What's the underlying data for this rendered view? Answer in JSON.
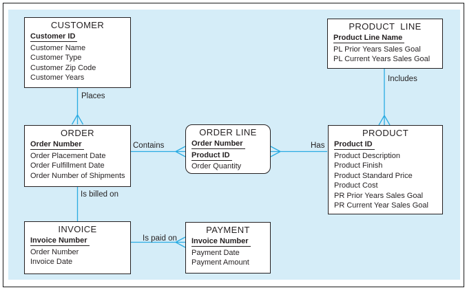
{
  "figure": {
    "type": "entity-relationship-diagram",
    "colors": {
      "panel_background": "#d5edf8",
      "connector": "#29abe2",
      "entity_background": "#ffffff",
      "entity_border": "#231f20",
      "text": "#231f20"
    }
  },
  "entities": {
    "customer": {
      "title": "CUSTOMER",
      "attrs": [
        {
          "text": "Customer ID",
          "pk": true
        },
        {
          "text": "Customer Name"
        },
        {
          "text": "Customer Type"
        },
        {
          "text": "Customer Zip Code"
        },
        {
          "text": "Customer Years"
        }
      ]
    },
    "product_line": {
      "title": "PRODUCT  LINE",
      "attrs": [
        {
          "text": "Product Line Name",
          "pk": true
        },
        {
          "text": "PL Prior Years Sales Goal"
        },
        {
          "text": "PL Current Years Sales Goal"
        }
      ]
    },
    "order": {
      "title": "ORDER",
      "attrs": [
        {
          "text": "Order Number",
          "pk": true
        },
        {
          "text": "Order Placement Date"
        },
        {
          "text": "Order Fulfillment Date"
        },
        {
          "text": "Order Number of Shipments"
        }
      ]
    },
    "order_line": {
      "title": "ORDER LINE",
      "attrs": [
        {
          "text": "Order Number",
          "pk": true
        },
        {
          "text": "Product ID",
          "pk": true
        },
        {
          "text": "Order Quantity"
        }
      ]
    },
    "product": {
      "title": "PRODUCT",
      "attrs": [
        {
          "text": "Product ID",
          "pk": true
        },
        {
          "text": "Product Description"
        },
        {
          "text": "Product Finish"
        },
        {
          "text": "Product Standard Price"
        },
        {
          "text": "Product Cost"
        },
        {
          "text": "PR Prior Years Sales Goal"
        },
        {
          "text": "PR Current Year Sales Goal"
        }
      ]
    },
    "invoice": {
      "title": "INVOICE",
      "attrs": [
        {
          "text": "Invoice Number",
          "pk": true
        },
        {
          "text": "Order Number"
        },
        {
          "text": "Invoice Date"
        }
      ]
    },
    "payment": {
      "title": "PAYMENT",
      "attrs": [
        {
          "text": "Invoice Number",
          "pk": true
        },
        {
          "text": "Payment Date"
        },
        {
          "text": "Payment Amount"
        }
      ]
    }
  },
  "relationships": {
    "places": {
      "label": "Places",
      "from": "CUSTOMER",
      "to": "ORDER",
      "many_at": "ORDER"
    },
    "contains": {
      "label": "Contains",
      "from": "ORDER",
      "to": "ORDER LINE",
      "many_at": "ORDER LINE"
    },
    "has": {
      "label": "Has",
      "from": "PRODUCT",
      "to": "ORDER LINE",
      "many_at": "ORDER LINE"
    },
    "includes": {
      "label": "Includes",
      "from": "PRODUCT LINE",
      "to": "PRODUCT",
      "many_at": "PRODUCT"
    },
    "is_billed_on": {
      "label": "Is billed on",
      "from": "ORDER",
      "to": "INVOICE",
      "many_at": ""
    },
    "is_paid_on": {
      "label": "Is paid on",
      "from": "INVOICE",
      "to": "PAYMENT",
      "many_at": "PAYMENT"
    }
  }
}
